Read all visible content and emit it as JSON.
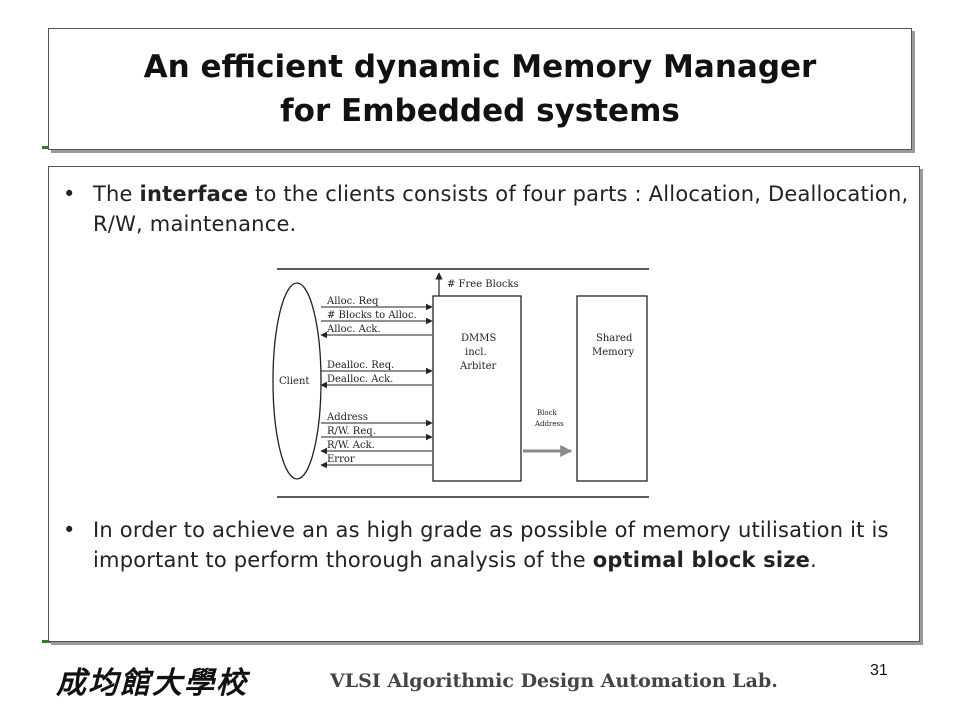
{
  "slide": {
    "title_line1": "An efficient dynamic Memory Manager",
    "title_line2": "for Embedded systems",
    "bullet1": {
      "pre": "The ",
      "bold": "interface",
      "post": " to the clients consists of four parts : Allocation, Deallocation, R/W, maintenance."
    },
    "bullet2": {
      "pre": "In order to achieve an as high grade as possible of memory utilisation it is important to perform thorough analysis of the ",
      "bold": "optimal block size",
      "post": "."
    },
    "bullet_symbol": "•"
  },
  "diagram": {
    "client_label": "Client",
    "free_blocks_label": "# Free Blocks",
    "dmms_lines": [
      "DMMS",
      "incl.",
      "Arbiter"
    ],
    "shared_memory_lines": [
      "Shared",
      "Memory"
    ],
    "block_address_lines": [
      "Block",
      "Address"
    ],
    "signals": [
      "Alloc. Req",
      "# Blocks to Alloc.",
      "Alloc. Ack.",
      "Dealloc. Req.",
      "Dealloc. Ack.",
      "Address",
      "R/W. Req.",
      "R/W. Ack.",
      "Error"
    ]
  },
  "footer": {
    "university": "成均館大學校",
    "lab": "VLSI Algorithmic Design Automation Lab.",
    "page_number": "31"
  }
}
